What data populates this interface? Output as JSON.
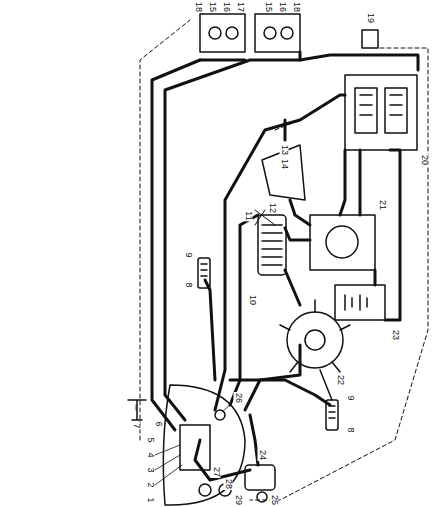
{
  "diagram": {
    "labels": [
      "15",
      "16",
      "17",
      "18",
      "15",
      "16",
      "18",
      "19",
      "13",
      "14",
      "12",
      "11",
      "10",
      "20",
      "21",
      "23",
      "22",
      "9",
      "8",
      "9",
      "8",
      "7",
      "6",
      "5",
      "4",
      "3",
      "2",
      "1",
      "26",
      "27",
      "28",
      "29",
      "24",
      "25"
    ]
  }
}
